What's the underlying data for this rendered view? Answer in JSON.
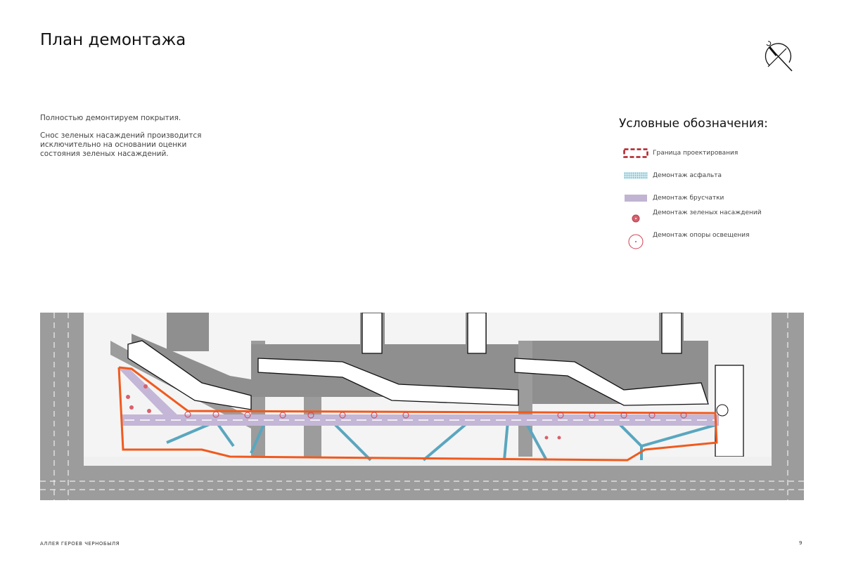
{
  "page": {
    "title": "План демонтажа",
    "footer_left": "АЛЛЕЯ ГЕРОЕВ ЧЕРНОБЫЛЯ",
    "page_number": "9"
  },
  "description": {
    "paragraph1": "Полностью демонтируем покрытия.",
    "paragraph2": "Снос зеленых  насаждений производится исключительно на основании оценки состояния зеленых  насаждений."
  },
  "legend": {
    "title": "Условные обозначения:",
    "items": [
      {
        "label": "Граница проектирования",
        "icon": "dashed-boundary",
        "color": "#b0202a"
      },
      {
        "label": "Демонтаж асфальта",
        "icon": "hatched-blue",
        "color": "#6ab3c8"
      },
      {
        "label": "Демонтаж брусчатки",
        "icon": "purple-rect",
        "color": "#c1b4d2"
      },
      {
        "label": "Демонтаж зеленых насаждений",
        "icon": "filled-red-circle",
        "color": "#d8606c"
      },
      {
        "label": "Демонтаж опоры освещения",
        "icon": "hollow-red-circle",
        "color": "#d04050"
      }
    ]
  },
  "colors": {
    "boundary": "#f05a1e",
    "asphalt": "#5aa6bf",
    "paving": "#c4b6d6",
    "road": "#9a9a9a"
  }
}
